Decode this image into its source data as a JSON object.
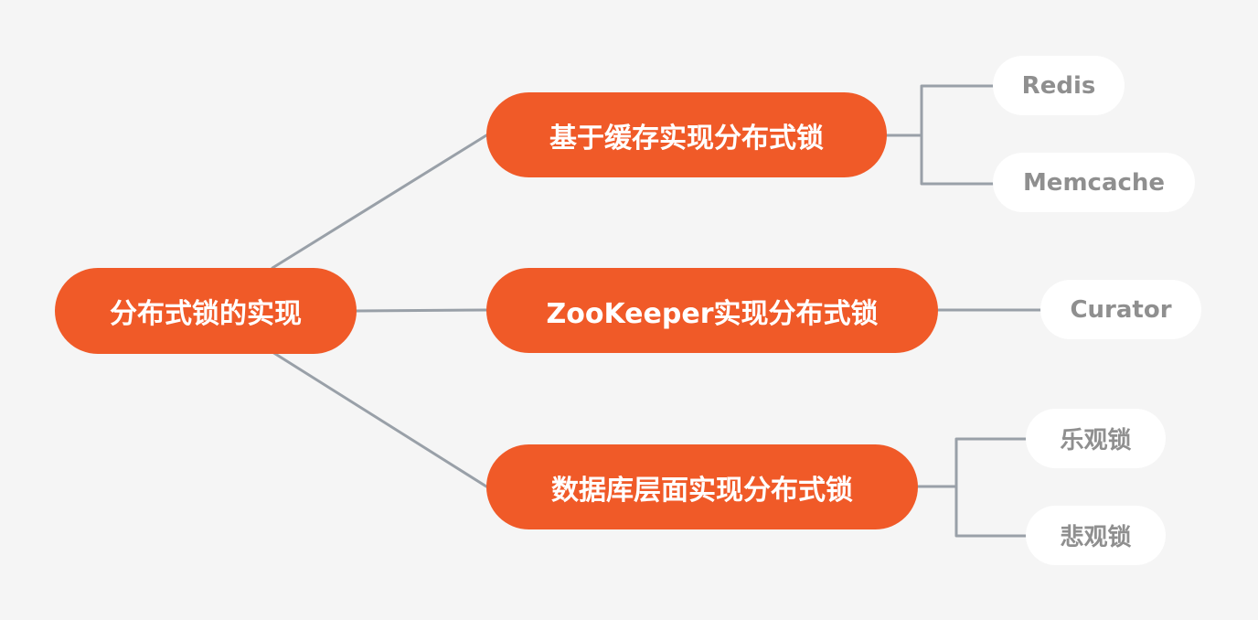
{
  "colors": {
    "background": "#f5f5f5",
    "node_fill": "#f05a28",
    "node_text": "#ffffff",
    "leaf_fill": "#ffffff",
    "leaf_text": "#8f8f8f",
    "connector": "#99a0a8"
  },
  "mindmap": {
    "root": {
      "label": "分布式锁的实现"
    },
    "branches": [
      {
        "label": "基于缓存实现分布式锁",
        "children": [
          {
            "label": "Redis"
          },
          {
            "label": "Memcache"
          }
        ]
      },
      {
        "label": "ZooKeeper实现分布式锁",
        "children": [
          {
            "label": "Curator"
          }
        ]
      },
      {
        "label": "数据库层面实现分布式锁",
        "children": [
          {
            "label": "乐观锁"
          },
          {
            "label": "悲观锁"
          }
        ]
      }
    ]
  }
}
